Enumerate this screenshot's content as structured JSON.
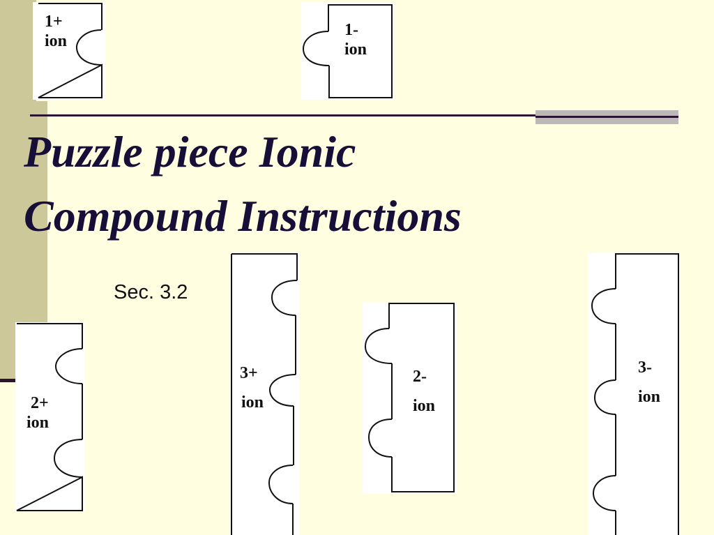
{
  "slide": {
    "title_line1_part1": "Puzzle piece",
    "title_line1_part2": "Ionic",
    "title_line2": "Compound Instructions",
    "subtitle": "Sec. 3.2",
    "colors": {
      "background": "#FFFEE0",
      "side_band": "#CDC89A",
      "title": "#170F38",
      "rule": "#2A1430",
      "accent_bar": "#BDB8B8"
    }
  },
  "pieces": [
    {
      "id": "1plus",
      "charge": "1+",
      "label": "ion"
    },
    {
      "id": "1minus",
      "charge": "1-",
      "label": "ion"
    },
    {
      "id": "2plus",
      "charge": "2+",
      "label": "ion"
    },
    {
      "id": "3plus",
      "charge": "3+",
      "label": "ion"
    },
    {
      "id": "2minus",
      "charge": "2-",
      "label": "ion"
    },
    {
      "id": "3minus",
      "charge": "3-",
      "label": "ion"
    }
  ]
}
